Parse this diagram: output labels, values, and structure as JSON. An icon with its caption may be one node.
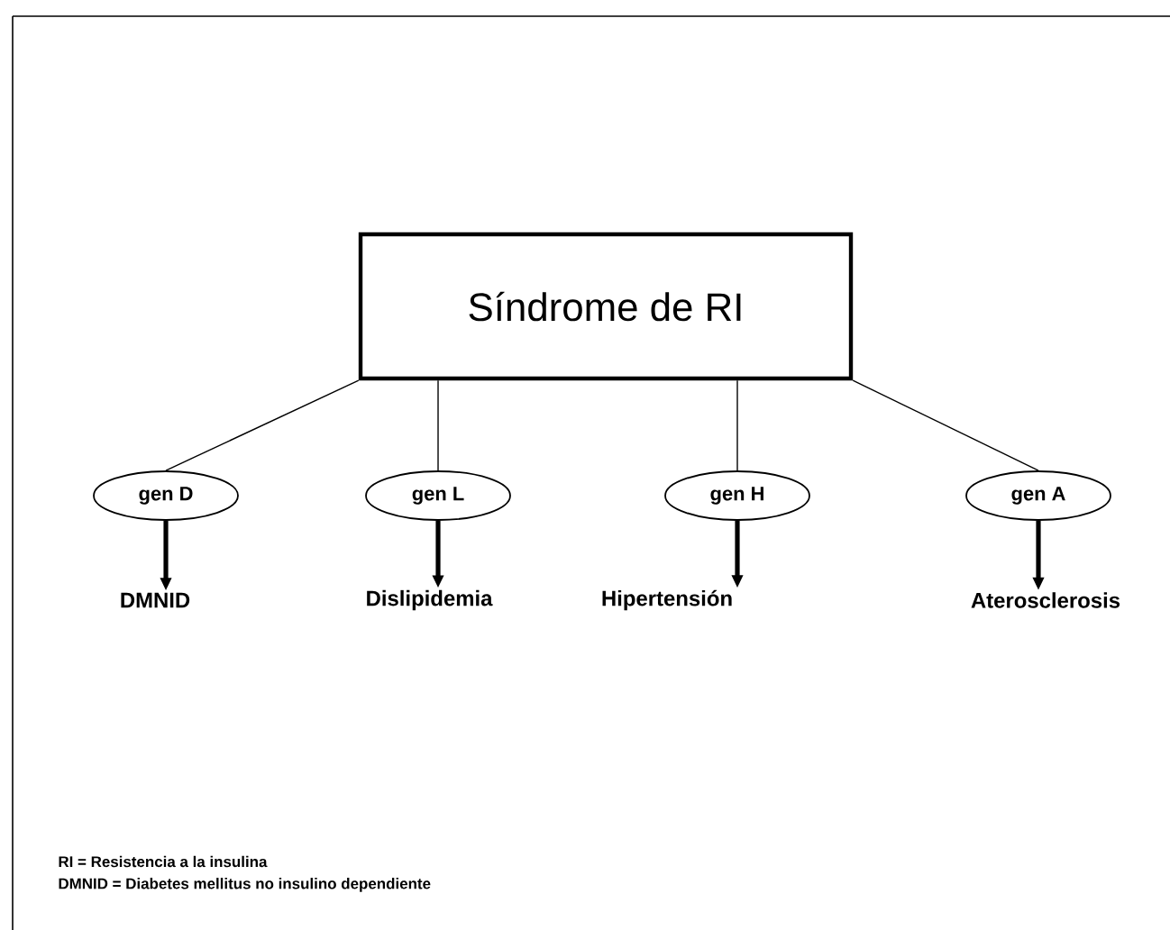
{
  "diagram": {
    "nodes": [
      {
        "text": [
          "Síndrome de RI"
        ]
      },
      {
        "text": [
          "gen D"
        ]
      },
      {
        "text": [
          "gen L"
        ]
      },
      {
        "text": [
          "gen H"
        ]
      },
      {
        "text": [
          "gen A"
        ]
      },
      {
        "text": [
          "DMNID"
        ]
      },
      {
        "text": [
          "Dislipidemia"
        ]
      },
      {
        "text": [
          "Hipertensión"
        ]
      },
      {
        "text": [
          "Aterosclerosis"
        ]
      }
    ],
    "edges": [
      {
        "from": 0,
        "to": 1,
        "arrow": "none"
      },
      {
        "from": 0,
        "to": 2,
        "arrow": "none"
      },
      {
        "from": 0,
        "to": 3,
        "arrow": "none"
      },
      {
        "from": 0,
        "to": 4,
        "arrow": "none"
      },
      {
        "from": 1,
        "to": 5,
        "arrow": "to",
        "style": "thick"
      },
      {
        "from": 2,
        "to": 6,
        "arrow": "to",
        "style": "thick"
      },
      {
        "from": 3,
        "to": 7,
        "arrow": "to",
        "style": "thick"
      },
      {
        "from": 4,
        "to": 8,
        "arrow": "to",
        "style": "thick"
      }
    ],
    "labels": [
      "RI = Resistencia a la insulina",
      "DMNID = Diabetes mellitus no insulino dependiente"
    ]
  }
}
